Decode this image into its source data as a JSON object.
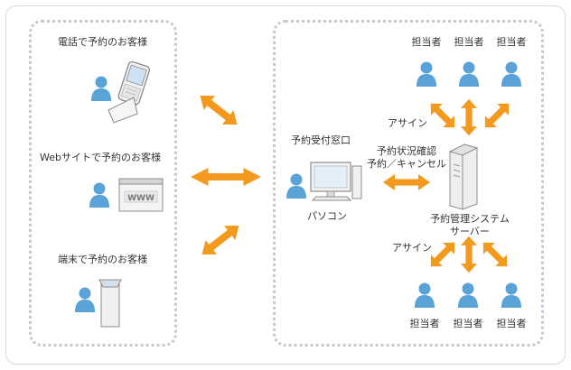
{
  "customers": {
    "phone": "電話で予約のお客様",
    "web": "Webサイトで予約のお客様",
    "terminal": "端末で予約のお客様",
    "web_screen_text": "WWW"
  },
  "reception": {
    "title": "予約受付窓口",
    "pc_label": "パソコン"
  },
  "link": {
    "line1": "予約状況確認",
    "line2": "予約／キャンセル"
  },
  "server": {
    "line1": "予約管理システム",
    "line2": "サーバー"
  },
  "staff": {
    "label": "担当者",
    "assign": "アサイン"
  },
  "colors": {
    "arrow": "#f39a1e",
    "person": "#5aa3d8",
    "panel_border": "#c8c8c8"
  }
}
